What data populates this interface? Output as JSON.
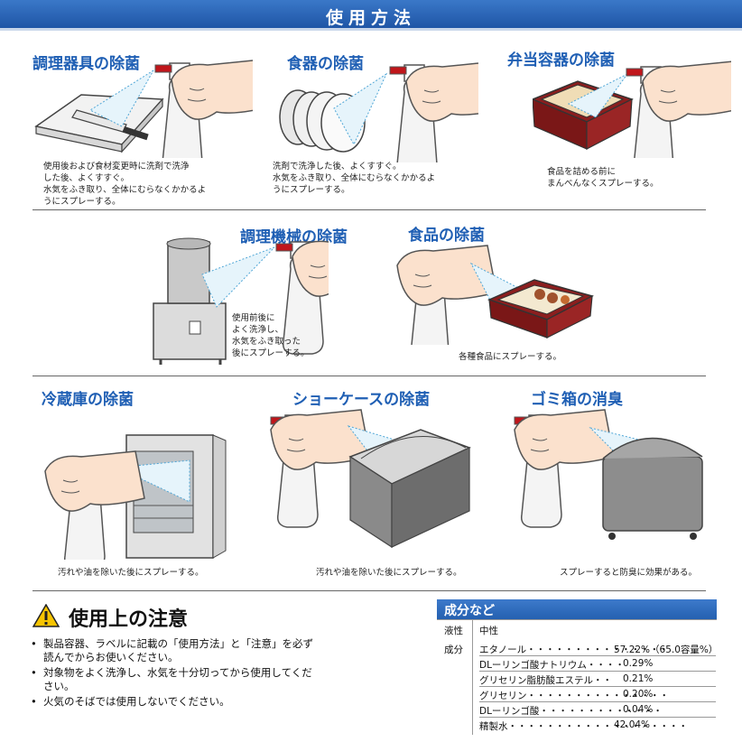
{
  "banner": {
    "title": "使用方法"
  },
  "sections": [
    {
      "title": "調理器具の除菌",
      "caption": [
        "使用後および食材変更時に洗剤で洗浄",
        "した後、よくすすぐ。",
        "水気をふき取り、全体にむらなくかかるよ",
        "うにスプレーする。"
      ]
    },
    {
      "title": "食器の除菌",
      "caption": [
        "洗剤で洗浄した後、よくすすぐ。",
        "水気をふき取り、全体にむらなくかかるよ",
        "うにスプレーする。"
      ]
    },
    {
      "title": "弁当容器の除菌",
      "caption": [
        "食品を詰める前に",
        "まんべんなくスプレーする。"
      ]
    },
    {
      "title": "調理機械の除菌",
      "caption": [
        "使用前後に",
        "よく洗浄し、",
        "水気をふき取った",
        "後にスプレーする。"
      ]
    },
    {
      "title": "食品の除菌",
      "caption": [
        "各種食品にスプレーする。"
      ]
    },
    {
      "title": "冷蔵庫の除菌",
      "caption": [
        "汚れや油を除いた後にスプレーする。"
      ]
    },
    {
      "title": "ショーケースの除菌",
      "caption": [
        "汚れや油を除いた後にスプレーする。"
      ]
    },
    {
      "title": "ゴミ箱の消臭",
      "caption": [
        "スプレーすると防臭に効果がある。"
      ]
    }
  ],
  "caution": {
    "title": "使用上の注意",
    "items": [
      [
        "製品容器、ラベルに記載の「使用方法」と「注意」を必ず",
        "読んでからお使いください。"
      ],
      [
        "対象物をよく洗浄し、水気を十分切ってから使用してくだ",
        "さい。"
      ],
      [
        "火気のそばでは使用しないでください。"
      ]
    ]
  },
  "ingredients": {
    "title": "成分など",
    "liquid_label": "液性",
    "liquid_value": "中性",
    "component_label": "成分",
    "rows": [
      {
        "name": "エタノール・・・・・・・・・・・・・・・",
        "value": "57.22%（65.0容量%）"
      },
      {
        "name": "DLーリンゴ酸ナトリウム・・・・",
        "value": "0.29%"
      },
      {
        "name": "グリセリン脂肪酸エステル・・",
        "value": "0.21%"
      },
      {
        "name": "グリセリン・・・・・・・・・・・・・・・",
        "value": "0.20%"
      },
      {
        "name": "DLーリンゴ酸・・・・・・・・・・・・・",
        "value": "0.04%"
      },
      {
        "name": "精製水・・・・・・・・・・・・・・・・・・・",
        "value": "42.04%"
      }
    ]
  },
  "colors": {
    "title_blue": "#1f5fb4",
    "banner_blue": "#2a65b5",
    "spray_red": "#c0161b"
  }
}
